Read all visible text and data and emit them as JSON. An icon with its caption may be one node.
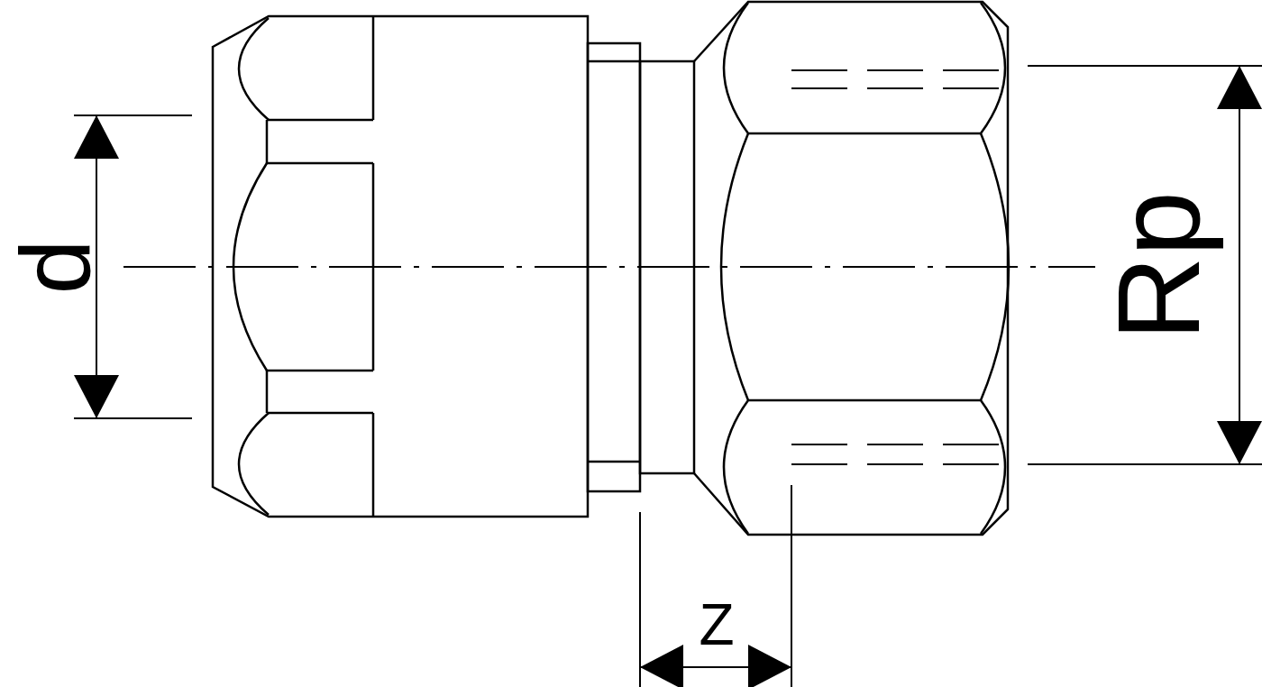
{
  "diagram": {
    "labels": [
      "d",
      "Rp",
      "Z"
    ]
  }
}
